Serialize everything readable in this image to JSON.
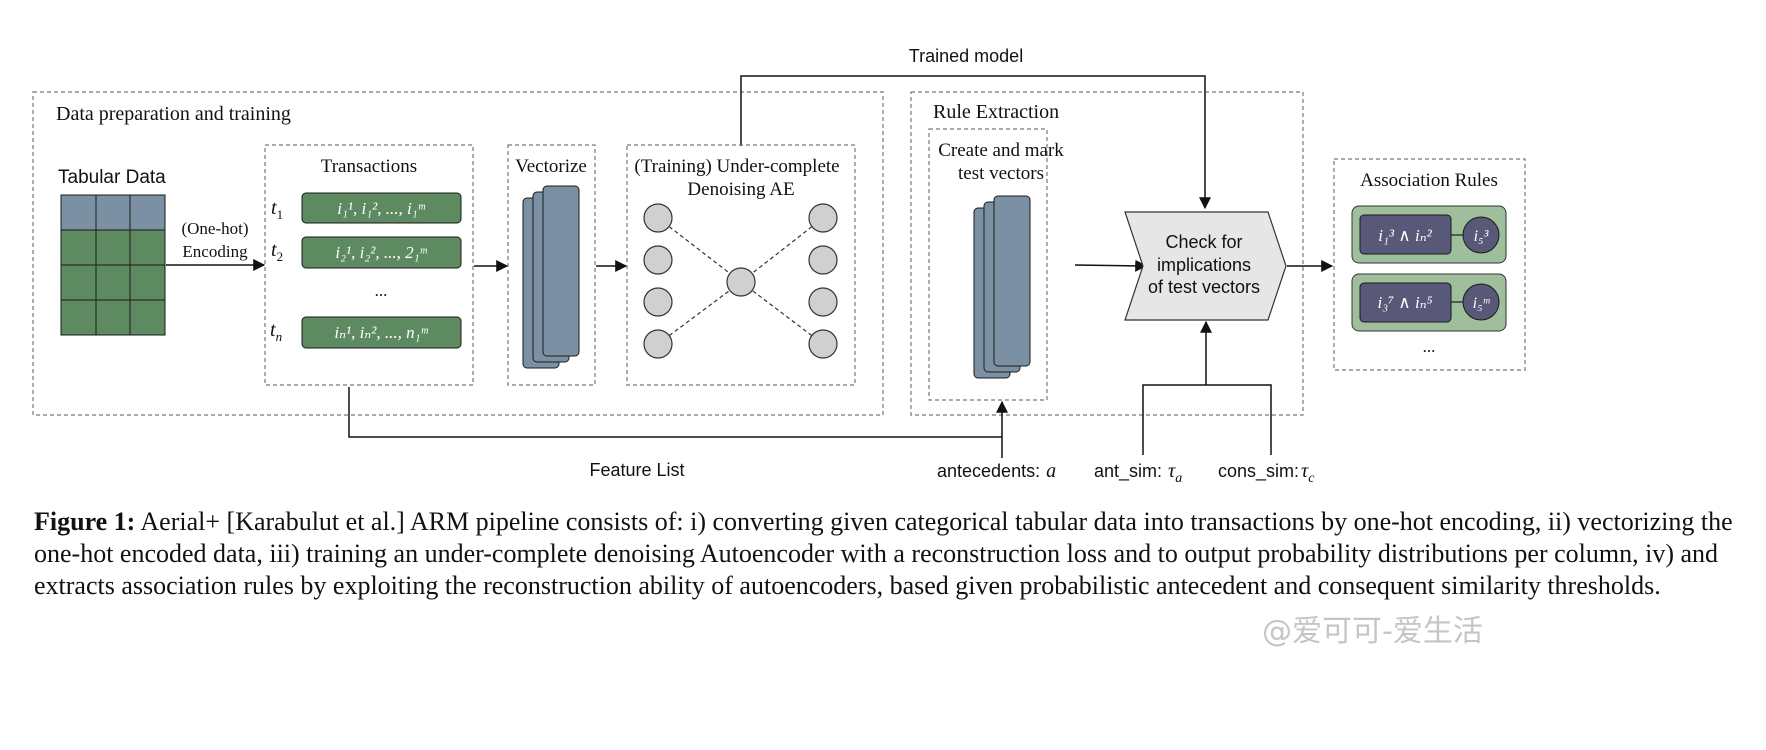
{
  "diagram": {
    "top_label": "Trained model",
    "data_prep_title": "Data preparation and training",
    "tabular_title": "Tabular Data",
    "encoding_line1": "(One-hot)",
    "encoding_line2": "Encoding",
    "transactions_title": "Transactions",
    "transactions": [
      {
        "t": "t",
        "sub": "1",
        "items": "i₁¹, i₁², ..., i₁ᵐ"
      },
      {
        "t": "t",
        "sub": "2",
        "items": "i₂¹, i₂², ..., 2₁ᵐ"
      },
      {
        "t": "t",
        "sub": "n",
        "items": "iₙ¹, iₙ², ..., n₁ᵐ"
      }
    ],
    "transactions_ellipsis": "...",
    "vectorize_title": "Vectorize",
    "ae_line1": "(Training) Under-complete",
    "ae_line2": "Denoising AE",
    "rule_extraction_title": "Rule Extraction",
    "test_vectors_line1": "Create and mark",
    "test_vectors_line2": "test vectors",
    "check_line1": "Check for",
    "check_line2": "implications",
    "check_line3": "of test vectors",
    "association_title": "Association Rules",
    "rules": [
      {
        "antecedent": "i₁³ ∧ iₙ²",
        "consequent": "i₅³"
      },
      {
        "antecedent": "i₃⁷ ∧ iₙ⁵",
        "consequent": "i₅ᵐ"
      }
    ],
    "rules_ellipsis": "...",
    "feature_list": "Feature List",
    "antecedents_label": "antecedents:",
    "antecedents_symbol": "a",
    "ant_sim_label": "ant_sim:",
    "ant_sim_symbol": "τ",
    "ant_sim_sub": "a",
    "cons_sim_label": "cons_sim:",
    "cons_sim_symbol": "τ",
    "cons_sim_sub": "c"
  },
  "caption": {
    "label": "Figure 1:",
    "text": " Aerial+ [Karabulut et al.] ARM pipeline consists of: i) converting given categorical tabular data into transactions by one-hot encoding, ii) vectorizing the one-hot encoded data, iii) training an under-complete denoising Autoencoder with a reconstruction loss and to output probability distributions per column, iv) and extracts association rules by exploiting the reconstruction ability of autoencoders, based given probabilistic antecedent and consequent similarity thresholds."
  },
  "watermark": "@爱可可-爱生活",
  "colors": {
    "green": "#5e8a62",
    "slate": "#7b91a3",
    "rule_bg": "#9fbf9c",
    "dark_node": "#585878",
    "node_gray": "#d0d0d0"
  }
}
